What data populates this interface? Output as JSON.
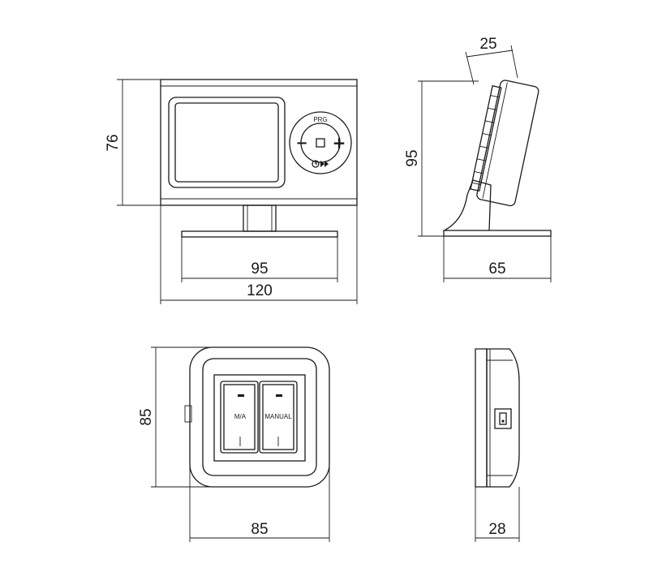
{
  "thermostat_unit": {
    "width": "120",
    "height": "76",
    "depth": "25",
    "stand_width": "95",
    "stand_depth": "65",
    "total_height": "95",
    "button_label": "PRG",
    "minus_symbol": "−",
    "plus_symbol": "+"
  },
  "receiver_unit": {
    "width": "85",
    "height": "85",
    "depth": "28",
    "switch_left_label": "M/A",
    "switch_right_label": "MANUAL"
  }
}
